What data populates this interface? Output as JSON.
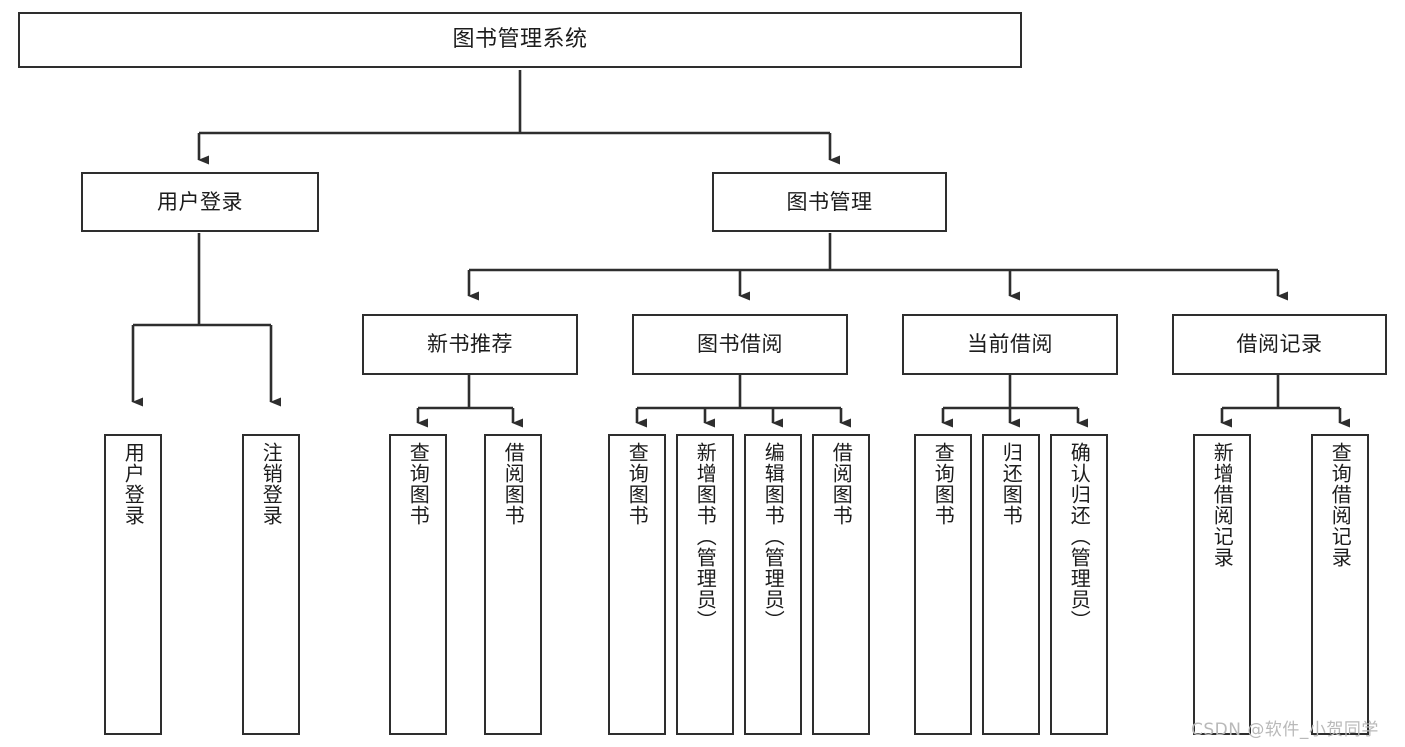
{
  "diagram": {
    "title": "图书管理系统",
    "type": "tree",
    "watermark": "CSDN @软件_小贺同学",
    "colors": {
      "border": "#2e2e2e",
      "node_fill": "#ffffff",
      "text": "#1c1c1c",
      "connector": "#2e2e2e",
      "watermark": "#b9b9b9",
      "background": "#ffffff"
    },
    "levels": {
      "root": {
        "label": "图书管理系统"
      },
      "level2": [
        {
          "label": "用户登录"
        },
        {
          "label": "图书管理"
        }
      ],
      "level3": [
        {
          "label": "新书推荐"
        },
        {
          "label": "图书借阅"
        },
        {
          "label": "当前借阅"
        },
        {
          "label": "借阅记录"
        }
      ],
      "leaves": {
        "user_login": [
          {
            "label": "用户登录"
          },
          {
            "label": "注销登录"
          }
        ],
        "new_book_recommend": [
          {
            "label": "查询图书"
          },
          {
            "label": "借阅图书"
          }
        ],
        "book_borrow": [
          {
            "label": "查询图书"
          },
          {
            "label": "新增图书（管理员）"
          },
          {
            "label": "编辑图书（管理员）"
          },
          {
            "label": "借阅图书"
          }
        ],
        "current_borrow": [
          {
            "label": "查询图书"
          },
          {
            "label": "归还图书"
          },
          {
            "label": "确认归还（管理员）"
          }
        ],
        "borrow_record": [
          {
            "label": "新增借阅记录"
          },
          {
            "label": "查询借阅记录"
          }
        ]
      }
    }
  }
}
